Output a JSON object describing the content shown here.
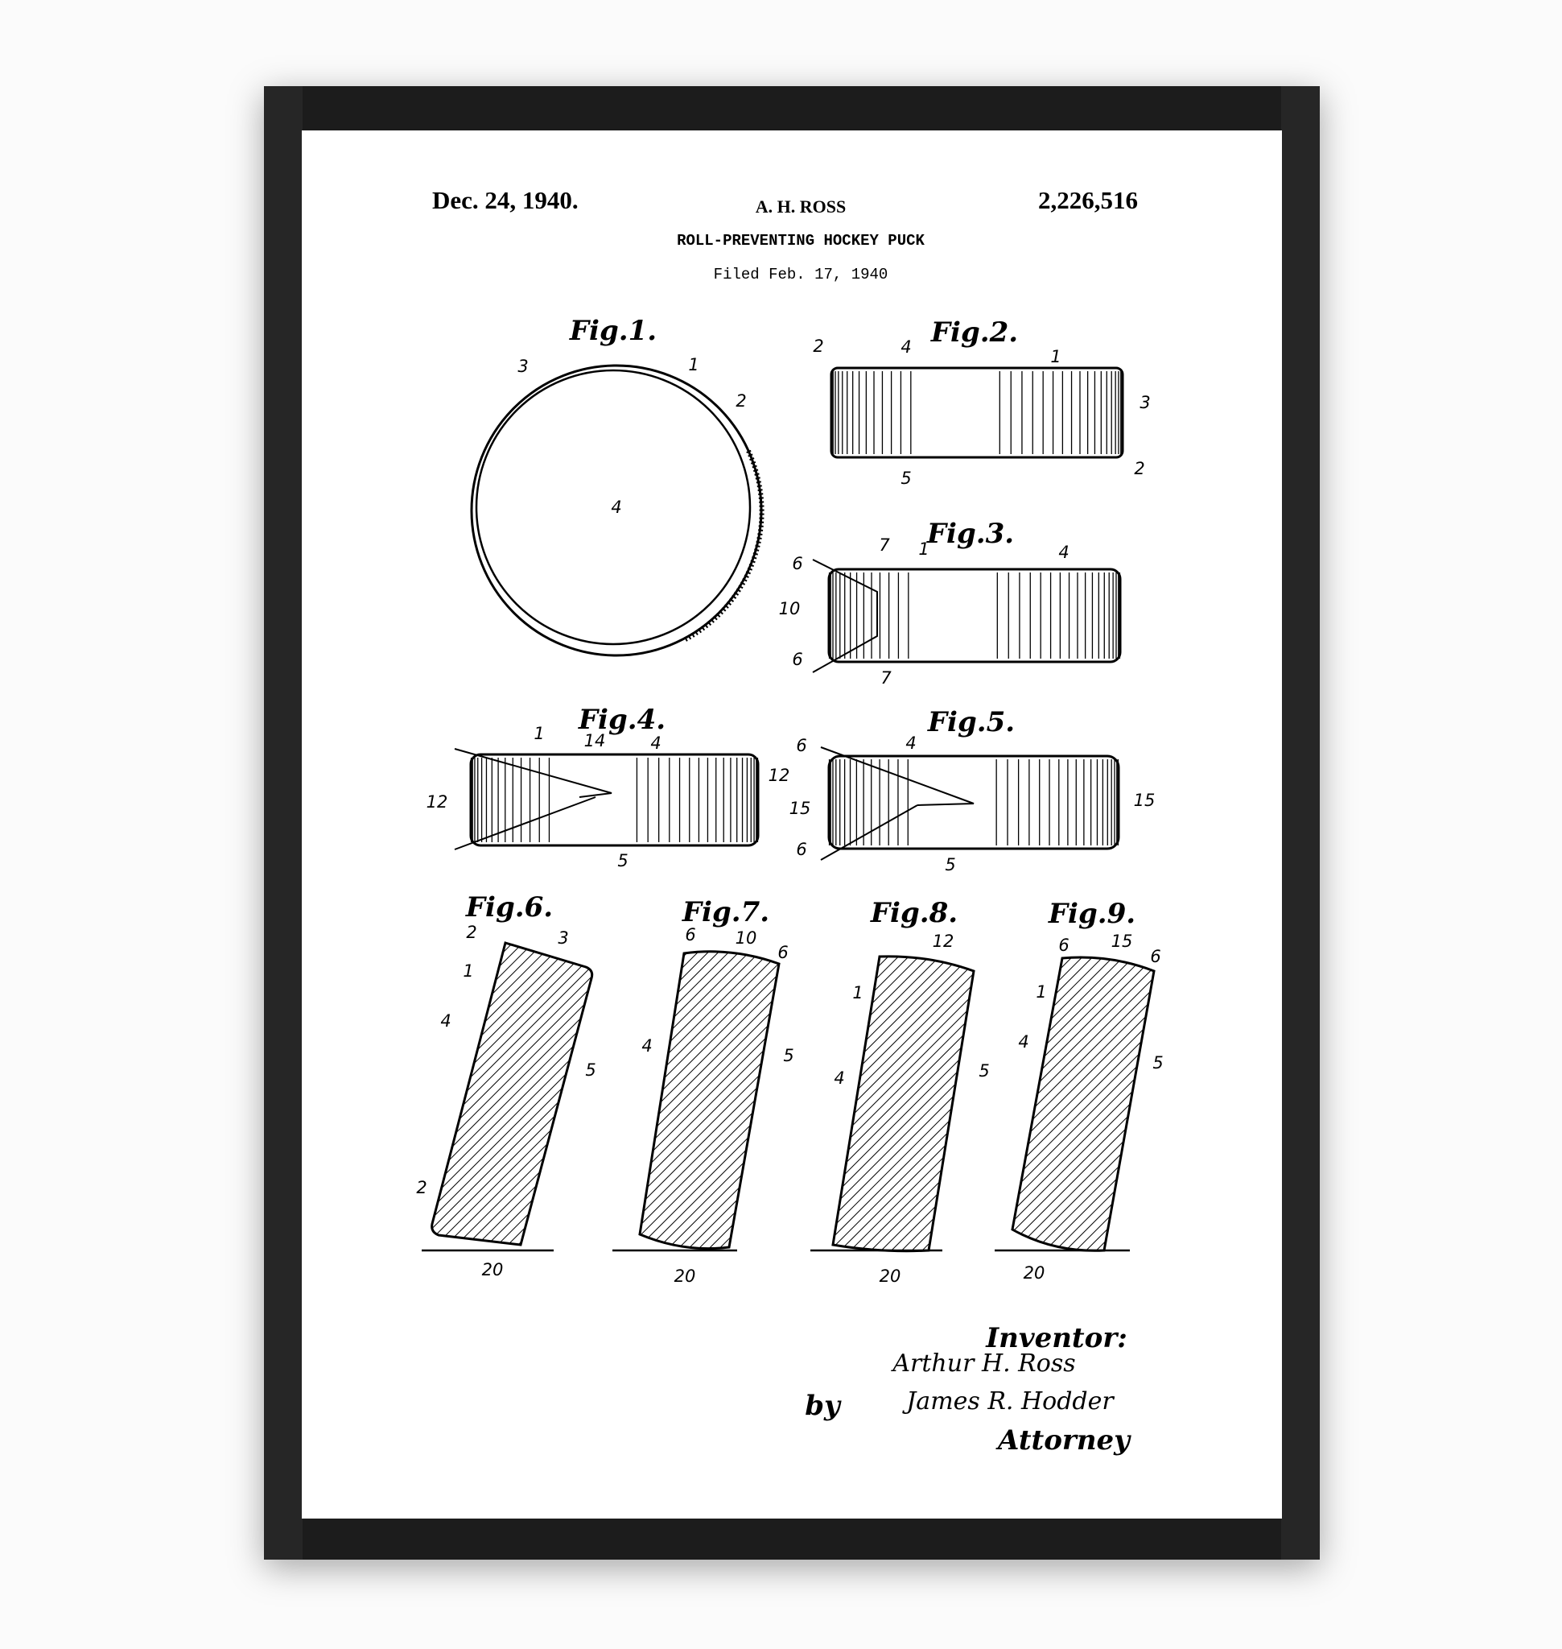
{
  "header": {
    "date": "Dec. 24, 1940.",
    "inventor_name": "A. H. ROSS",
    "patent_number": "2,226,516",
    "title": "ROLL-PREVENTING HOCKEY PUCK",
    "filed": "Filed Feb. 17, 1940"
  },
  "figures": [
    {
      "label": "Fig.1.",
      "numerals": [
        "3",
        "1",
        "2",
        "4"
      ]
    },
    {
      "label": "Fig.2.",
      "numerals": [
        "2",
        "4",
        "1",
        "3",
        "2",
        "5"
      ]
    },
    {
      "label": "Fig.3.",
      "numerals": [
        "7",
        "1",
        "4",
        "6",
        "10",
        "6",
        "7"
      ]
    },
    {
      "label": "Fig.4.",
      "numerals": [
        "1",
        "14",
        "4",
        "12",
        "12",
        "5"
      ]
    },
    {
      "label": "Fig.5.",
      "numerals": [
        "6",
        "4",
        "15",
        "15",
        "6",
        "5"
      ]
    },
    {
      "label": "Fig.6.",
      "numerals": [
        "2",
        "3",
        "1",
        "4",
        "5",
        "2",
        "20"
      ]
    },
    {
      "label": "Fig.7.",
      "numerals": [
        "6",
        "10",
        "6",
        "4",
        "5",
        "20"
      ]
    },
    {
      "label": "Fig.8.",
      "numerals": [
        "12",
        "1",
        "4",
        "5",
        "20"
      ]
    },
    {
      "label": "Fig.9.",
      "numerals": [
        "6",
        "15",
        "6",
        "1",
        "4",
        "5",
        "20"
      ]
    }
  ],
  "signature_block": {
    "inventor_heading": "Inventor:",
    "inventor_signature": "Arthur H. Ross",
    "by": "by",
    "attorney_signature": "James R. Hodder",
    "attorney_heading": "Attorney"
  },
  "colors": {
    "frame": "#1c1c1c",
    "paper": "#ffffff",
    "ink": "#000000"
  }
}
